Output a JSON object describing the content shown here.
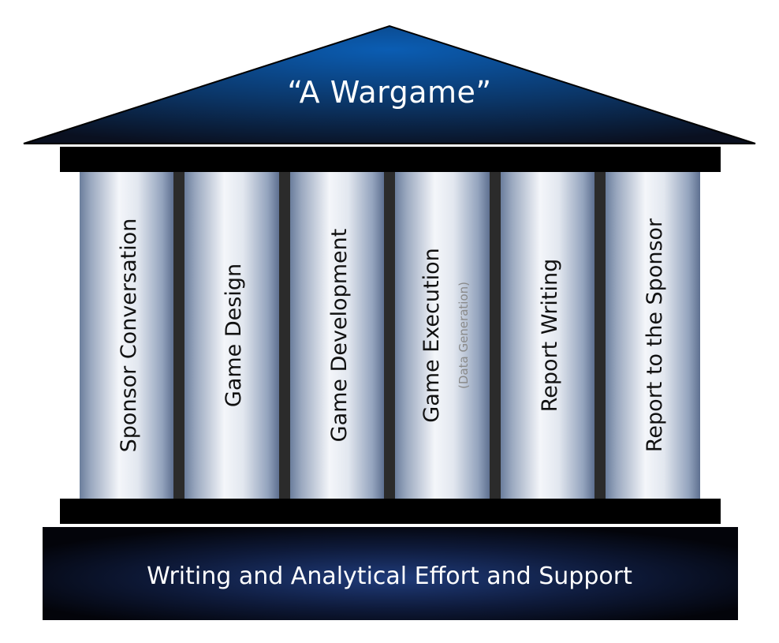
{
  "roof": {
    "title": "“A Wargame”"
  },
  "pillars": [
    {
      "label": "Sponsor Conversation",
      "sublabel": ""
    },
    {
      "label": "Game Design",
      "sublabel": ""
    },
    {
      "label": "Game Development",
      "sublabel": ""
    },
    {
      "label": "Game Execution",
      "sublabel": "(Data Generation)"
    },
    {
      "label": "Report Writing",
      "sublabel": ""
    },
    {
      "label": "Report to the Sponsor",
      "sublabel": ""
    }
  ],
  "foundation": {
    "label": "Writing and Analytical Effort and Support"
  },
  "colors": {
    "roof_center": "#0b5db3",
    "roof_edge": "#0a1020",
    "beam": "#000000",
    "pillar_light": "#f4f6fa",
    "pillar_dark": "#6b7e9c",
    "divider": "#2b2b2b",
    "foundation_center": "#1f3b7a",
    "foundation_edge": "#03040a",
    "foundation_text": "#ffffff",
    "sublabel_text": "#8a8a8a"
  }
}
